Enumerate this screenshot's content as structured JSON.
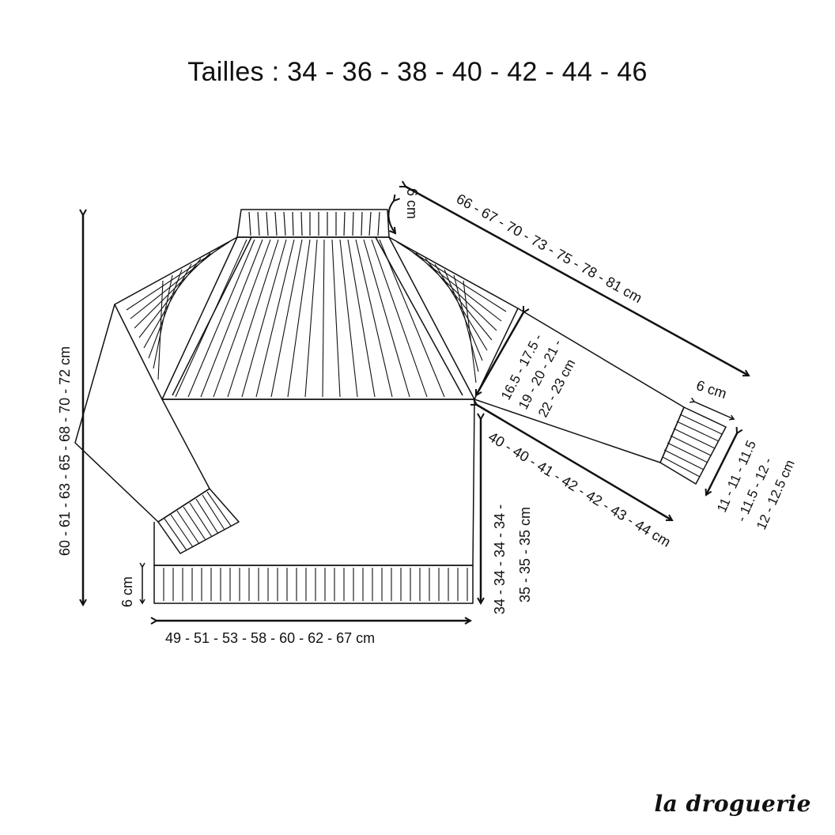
{
  "title": "Tailles : 34 - 36 - 38 - 40 - 42 - 44 - 46",
  "brand": "la droguerie",
  "colors": {
    "ink": "#111111",
    "background": "#ffffff"
  },
  "measurements": {
    "total_length": "60 - 61 - 63 - 65 - 68 - 70 - 72 cm",
    "ribbing_height": "6 cm",
    "bottom_width": "49 - 51 - 53 - 58 - 60 - 62 - 67 cm",
    "body_length_1": "34 - 34 - 34 - 34 -",
    "body_length_2": "35 - 35 - 35 cm",
    "collar_height": "6 cm",
    "sleeve_total": "66 - 67 - 70 - 73 - 75 - 78 - 81 cm",
    "armhole_1": "16.5 - 17.5 -",
    "armhole_2": "19 - 20 - 21 -",
    "armhole_3": "22 - 23 cm",
    "cuff_height": "6 cm",
    "sleeve_inner": "40 - 40 - 41 - 42 - 42 - 43 - 44 cm",
    "cuff_width_1": "11 - 11 - 11.5",
    "cuff_width_2": "- 11.5 - 12 -",
    "cuff_width_3": "12 - 12.5 cm"
  }
}
